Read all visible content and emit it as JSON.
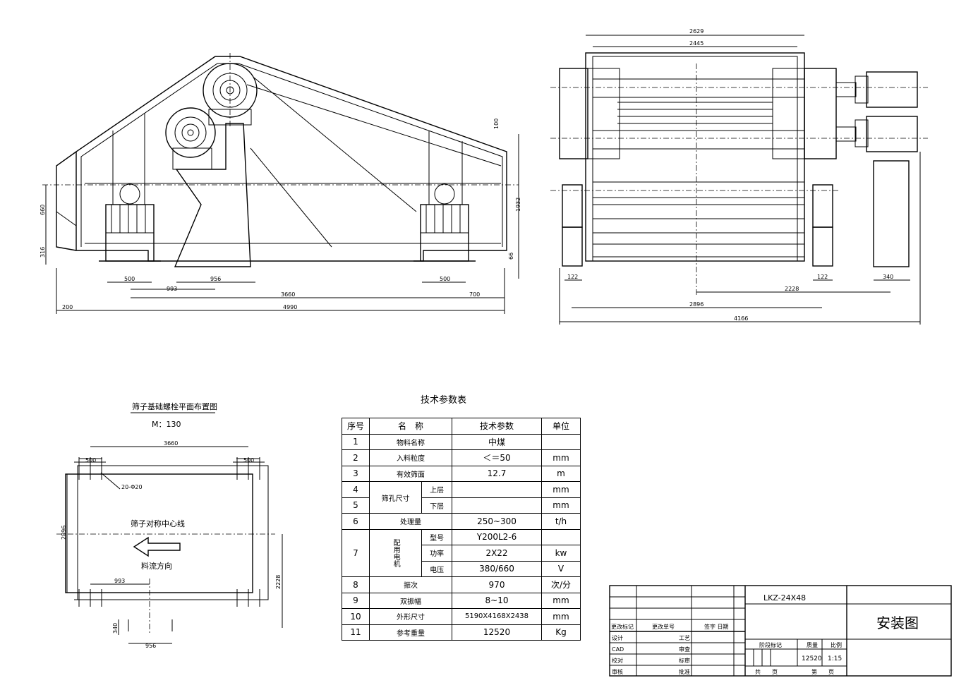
{
  "side_view": {
    "dims": [
      "100",
      "1932",
      "660",
      "316",
      "66",
      "500",
      "956",
      "993",
      "500",
      "3660",
      "700",
      "200",
      "4990"
    ]
  },
  "top_view": {
    "dims": [
      "2629",
      "2445",
      "122",
      "2228",
      "122",
      "340",
      "2896",
      "4166"
    ]
  },
  "foundation_plan": {
    "title": "筛子基础螺栓平面布置图",
    "scale": "M：130",
    "dims": [
      "3660",
      "500",
      "500",
      "20-Φ20",
      "2896",
      "993",
      "2228",
      "956",
      "340"
    ],
    "centerline_label": "筛子对称中心线",
    "flow_label": "料流方向"
  },
  "tech_table": {
    "title": "技术参数表",
    "headers": [
      "序号",
      "名　称",
      "技术参数",
      "单位"
    ],
    "r1": {
      "no": "1",
      "name": "物料名称",
      "value": "中煤",
      "unit": ""
    },
    "r2": {
      "no": "2",
      "name": "入料粒度",
      "value": "＜＝50",
      "unit": "mm"
    },
    "r3": {
      "no": "3",
      "name": "有效筛面",
      "value": "12.7",
      "unit": "m"
    },
    "r45": {
      "no4": "4",
      "no5": "5",
      "name": "筛孔尺寸",
      "sub_upper": "上层",
      "sub_lower": "下层",
      "unit4": "mm",
      "unit5": "mm"
    },
    "r6": {
      "no": "6",
      "name": "处理量",
      "value": "250~300",
      "unit": "t/h"
    },
    "r7": {
      "no": "7",
      "name": "配用电机",
      "sub1": "型号",
      "v1": "Y200L2-6",
      "u1": "",
      "sub2": "功率",
      "v2": "2X22",
      "u2": "kw",
      "sub3": "电压",
      "v3": "380/660",
      "u3": "V"
    },
    "r8": {
      "no": "8",
      "name": "振次",
      "value": "970",
      "unit": "次/分"
    },
    "r9": {
      "no": "9",
      "name": "双振幅",
      "value": "8~10",
      "unit": "mm"
    },
    "r10": {
      "no": "10",
      "name": "外形尺寸",
      "value": "5190X4168X2438",
      "unit": "mm"
    },
    "r11": {
      "no": "11",
      "name": "参考重量",
      "value": "12520",
      "unit": "Kg"
    }
  },
  "title_block": {
    "model": "LKZ-24X48",
    "drawing_name": "安装图",
    "change_mark": "更改标记",
    "change_doc": "更改单号",
    "sign_date": "签字 日期",
    "design": "设计",
    "process": "工艺",
    "cad": "CAD",
    "review": "审查",
    "proofread": "校对",
    "standard": "标审",
    "audit": "审核",
    "approve": "批准",
    "stage_mark": "阶段标记",
    "weight_label": "质量",
    "scale_label": "比例",
    "weight": "12520",
    "scale": "1:15",
    "total_sheets": "共　　页",
    "sheet_no": "第　　页"
  }
}
